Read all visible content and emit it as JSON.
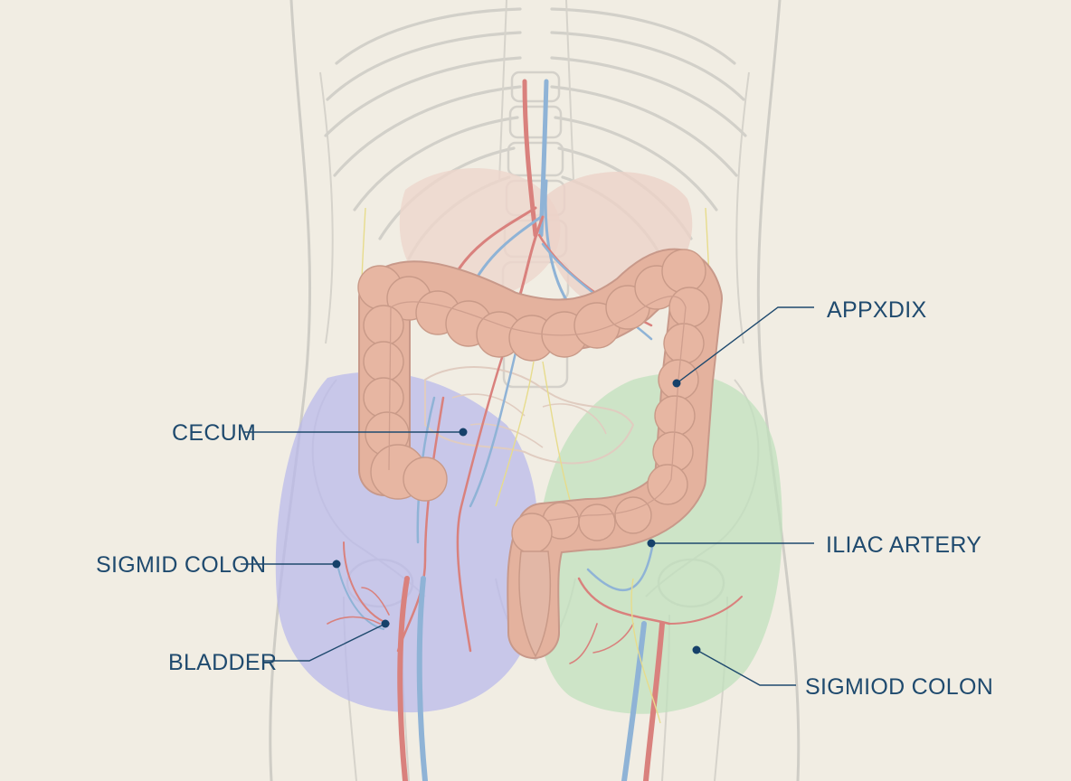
{
  "labels": {
    "appendix": "APPXDIX",
    "cecum": "CECUM",
    "sigmoid_left": "SIGMID COLON",
    "iliac_artery": "ILIAC ARTERY",
    "bladder": "BLADDER",
    "sigmoid_right": "SIGMIOD COLON"
  },
  "colors": {
    "background": "#f1ede3",
    "label_text": "#1f4a6e",
    "leader_line": "#1f4a6e",
    "colon": "#e4b29e",
    "artery": "#d9817d",
    "vein": "#8fb3d6",
    "left_region": "#b9b9ec",
    "right_region": "#bfe0bd"
  }
}
